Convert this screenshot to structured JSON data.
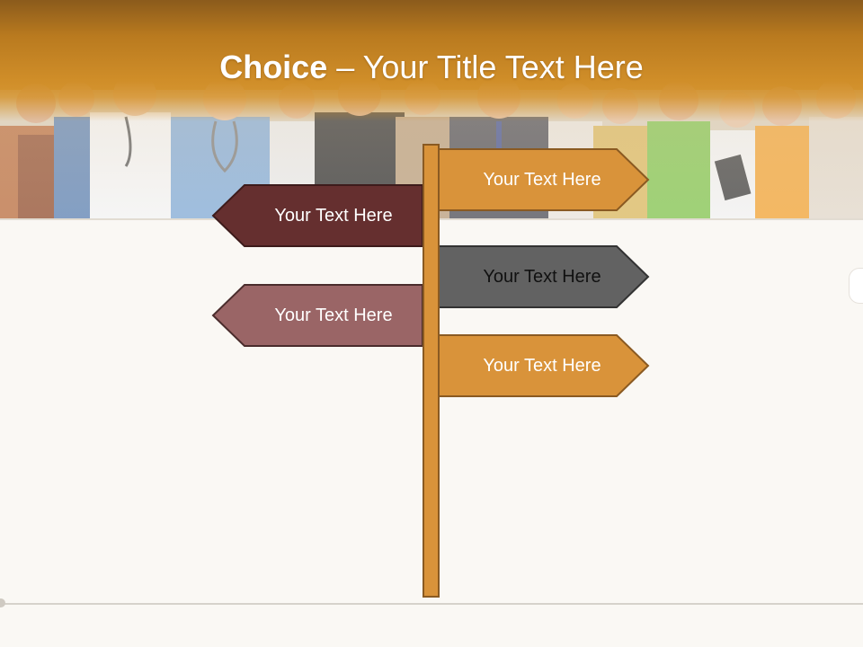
{
  "title": {
    "bold": "Choice",
    "rest": " – Your Title Text Here"
  },
  "colors": {
    "header_top": "#8a5a1c",
    "header_mid": "#cf8f2a",
    "post": "#d9933a",
    "sign_orange": "#d9933a",
    "sign_dark_red": "#652f2f",
    "sign_mauve": "#9a6566",
    "sign_gray": "#626262",
    "background": "#faf8f4"
  },
  "signs": [
    {
      "id": "right-1",
      "label": "Your Text Here",
      "direction": "right",
      "color": "sign_orange"
    },
    {
      "id": "left-1",
      "label": "Your Text Here",
      "direction": "left",
      "color": "sign_dark_red"
    },
    {
      "id": "right-2",
      "label": "Your Text Here",
      "direction": "right",
      "color": "sign_gray"
    },
    {
      "id": "left-2",
      "label": "Your Text Here",
      "direction": "left",
      "color": "sign_mauve"
    },
    {
      "id": "right-3",
      "label": "Your Text Here",
      "direction": "right",
      "color": "sign_orange"
    }
  ]
}
